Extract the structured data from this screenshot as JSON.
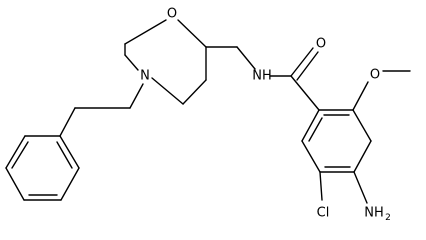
{
  "molecule": {
    "atoms": {
      "oxygen_ring": "O",
      "nitrogen_ring": "N",
      "amide_nh": "NH",
      "carbonyl_o": "O",
      "methoxy_o": "O",
      "chloro": "Cl",
      "amino": "NH",
      "amino_subscript": "2"
    }
  },
  "colors": {
    "bond": "#000000",
    "label": "#000000",
    "background": "#ffffff"
  }
}
